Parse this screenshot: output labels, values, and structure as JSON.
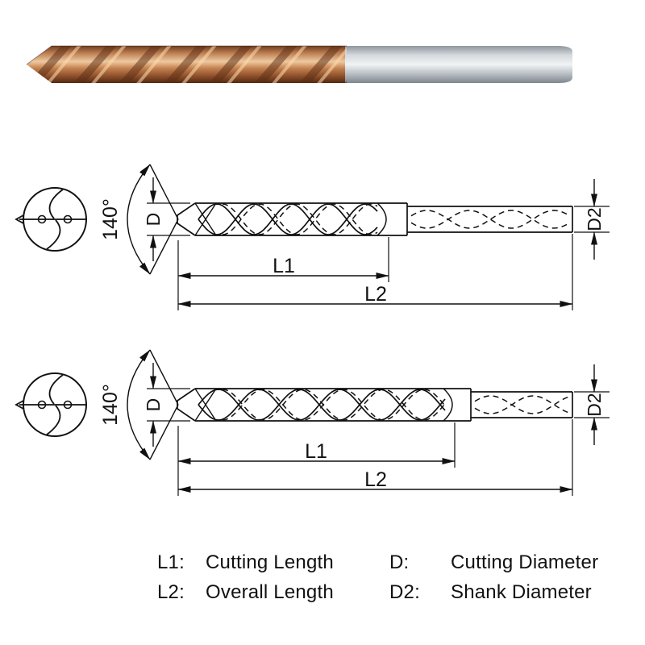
{
  "page": {
    "background": "#ffffff"
  },
  "dimension_labels": {
    "point_angle": "140°",
    "cutting_diameter": "D",
    "shank_diameter": "D2",
    "cutting_length": "L1",
    "overall_length": "L2"
  },
  "legend": {
    "rows": [
      {
        "left_abbr": "L1:",
        "left_label": "Cutting Length",
        "right_abbr": "D:",
        "right_label": "Cutting Diameter"
      },
      {
        "left_abbr": "L2:",
        "left_label": "Overall Length",
        "right_abbr": "D2:",
        "right_label": "Shank Diameter"
      }
    ]
  },
  "colors": {
    "line": "#111111",
    "copper_dark": "#6e3d22",
    "copper_light": "#eec9a0",
    "shank_light": "#f1f3f4",
    "shank_dark": "#7e868d"
  }
}
